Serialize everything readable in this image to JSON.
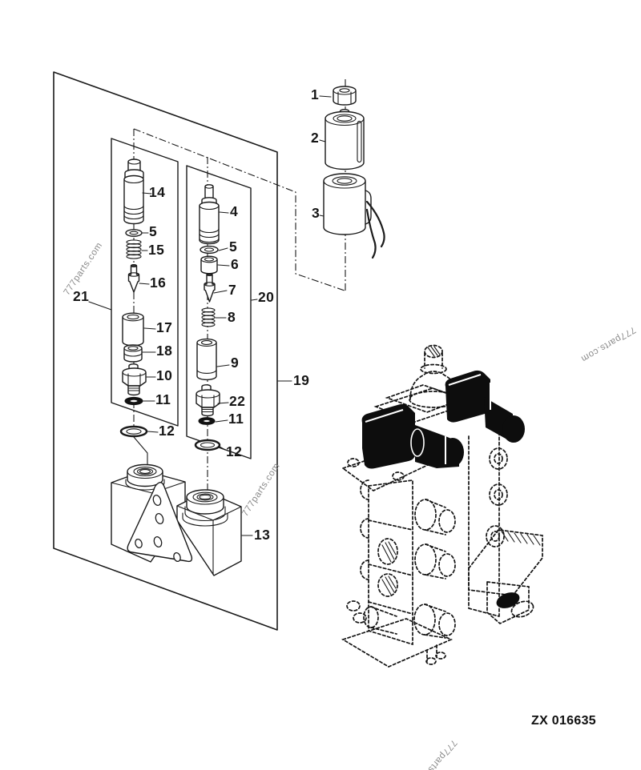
{
  "watermark": {
    "text": "777parts.com"
  },
  "footer": {
    "drawing_code": "ZX 016635"
  },
  "callouts": {
    "n1": "1",
    "n2": "2",
    "n3": "3",
    "n4": "4",
    "n5": "5",
    "n6": "6",
    "n7": "7",
    "n8": "8",
    "n9": "9",
    "n10": "10",
    "n11": "11",
    "n12": "12",
    "n13": "13",
    "n14": "14",
    "n15": "15",
    "n16": "16",
    "n17": "17",
    "n18": "18",
    "n19": "19",
    "n20": "20",
    "n21": "21",
    "n22": "22"
  },
  "colors": {
    "line": "#1a1a1a",
    "highlight_fill": "#0d0d0d",
    "watermark": "#8a8a8a",
    "background": "#ffffff"
  }
}
